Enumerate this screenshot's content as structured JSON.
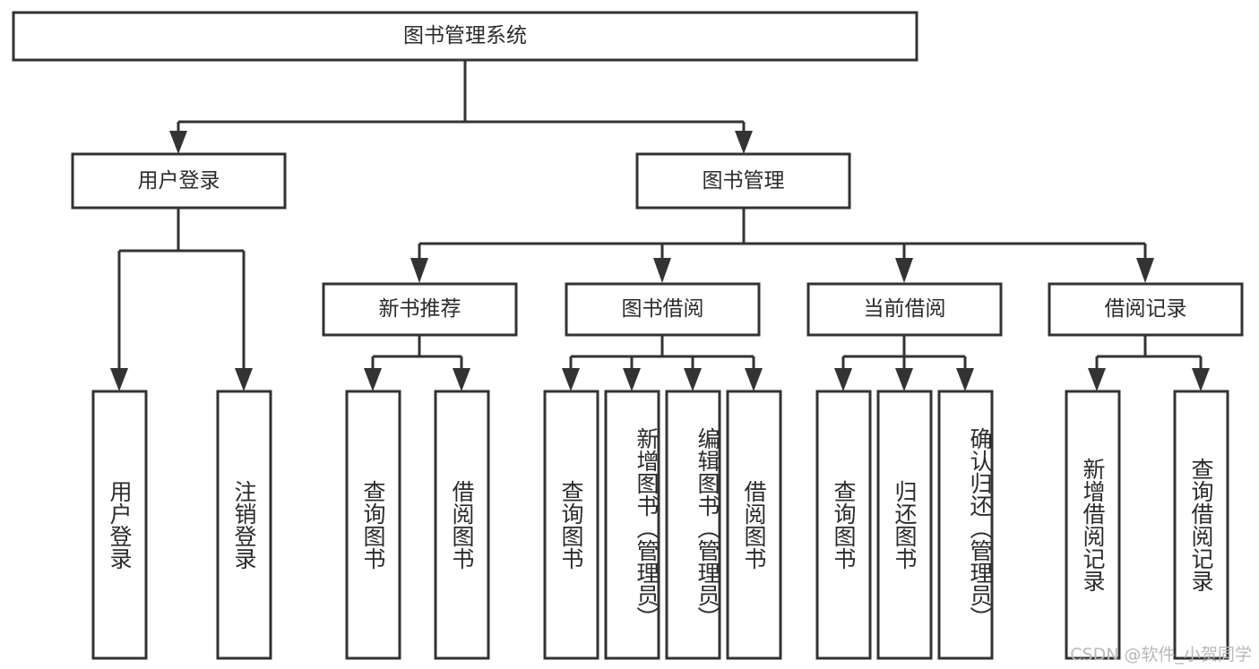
{
  "diagram": {
    "type": "tree",
    "title_node": {
      "label": "图书管理系统"
    },
    "level2": [
      {
        "id": "user-login",
        "label": "用户登录"
      },
      {
        "id": "book-manage",
        "label": "图书管理"
      }
    ],
    "level3": [
      {
        "id": "new-book-recommend",
        "label": "新书推荐"
      },
      {
        "id": "book-borrow",
        "label": "图书借阅"
      },
      {
        "id": "current-borrow",
        "label": "当前借阅"
      },
      {
        "id": "borrow-record",
        "label": "借阅记录"
      }
    ],
    "leaves": [
      {
        "id": "leaf-user-login",
        "label": "用户登录",
        "parent": "user-login"
      },
      {
        "id": "leaf-logout-login",
        "label": "注销登录",
        "parent": "user-login"
      },
      {
        "id": "leaf-query-book-1",
        "label": "查询图书",
        "parent": "new-book-recommend"
      },
      {
        "id": "leaf-borrow-book-1",
        "label": "借阅图书",
        "parent": "new-book-recommend"
      },
      {
        "id": "leaf-query-book-2",
        "label": "查询图书",
        "parent": "book-borrow"
      },
      {
        "id": "leaf-add-book",
        "label": "新增图书（管理员）",
        "parent": "book-borrow"
      },
      {
        "id": "leaf-edit-book",
        "label": "编辑图书（管理员）",
        "parent": "book-borrow"
      },
      {
        "id": "leaf-borrow-book-2",
        "label": "借阅图书",
        "parent": "book-borrow"
      },
      {
        "id": "leaf-query-book-3",
        "label": "查询图书",
        "parent": "current-borrow"
      },
      {
        "id": "leaf-return-book",
        "label": "归还图书",
        "parent": "current-borrow"
      },
      {
        "id": "leaf-confirm-return",
        "label": "确认归还（管理员）",
        "parent": "current-borrow"
      },
      {
        "id": "leaf-add-record",
        "label": "新增借阅记录",
        "parent": "borrow-record"
      },
      {
        "id": "leaf-query-record",
        "label": "查询借阅记录",
        "parent": "borrow-record"
      }
    ]
  },
  "watermark": {
    "text": "CSDN @软件_小贺同学"
  },
  "colors": {
    "stroke": "#333333",
    "fill": "#ffffff",
    "text": "#2b2b2b",
    "watermark": "#b9b9b9"
  }
}
